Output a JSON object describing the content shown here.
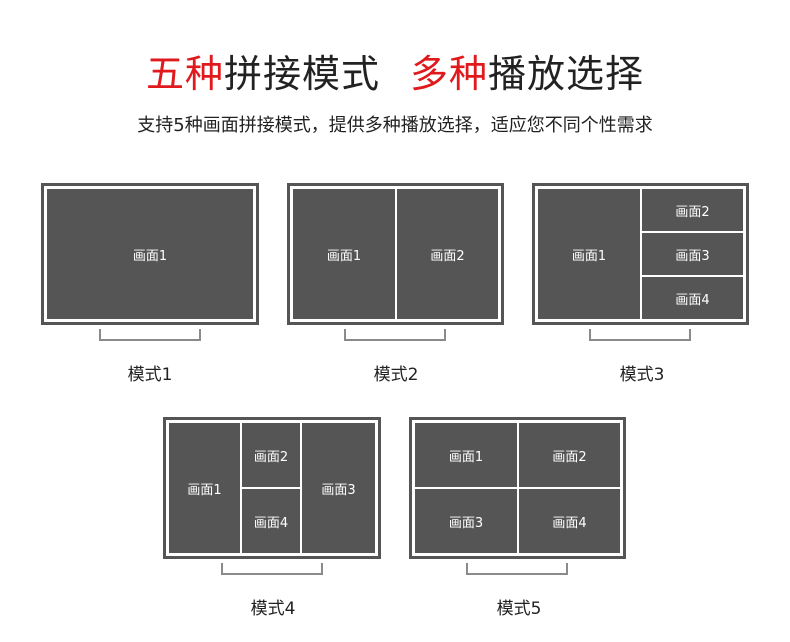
{
  "header": {
    "title_red_1": "五种",
    "title_dark_1": "拼接模式",
    "title_red_2": "多种",
    "title_dark_2": "播放选择",
    "subtitle": "支持5种画面拼接模式，提供多种播放选择，适应您不同个性需求"
  },
  "colors": {
    "accent_red": "#e0191d",
    "pane_gray": "#555555",
    "stand_gray": "#8a8a8a"
  },
  "modes": [
    {
      "label": "模式1",
      "panes": [
        "画面1"
      ]
    },
    {
      "label": "模式2",
      "panes": [
        "画面1",
        "画面2"
      ]
    },
    {
      "label": "模式3",
      "panes": [
        "画面1",
        "画面2",
        "画面3",
        "画面4"
      ]
    },
    {
      "label": "模式4",
      "panes": [
        "画面1",
        "画面2",
        "画面4",
        "画面3"
      ]
    },
    {
      "label": "模式5",
      "panes": [
        "画面1",
        "画面2",
        "画面3",
        "画面4"
      ]
    }
  ]
}
